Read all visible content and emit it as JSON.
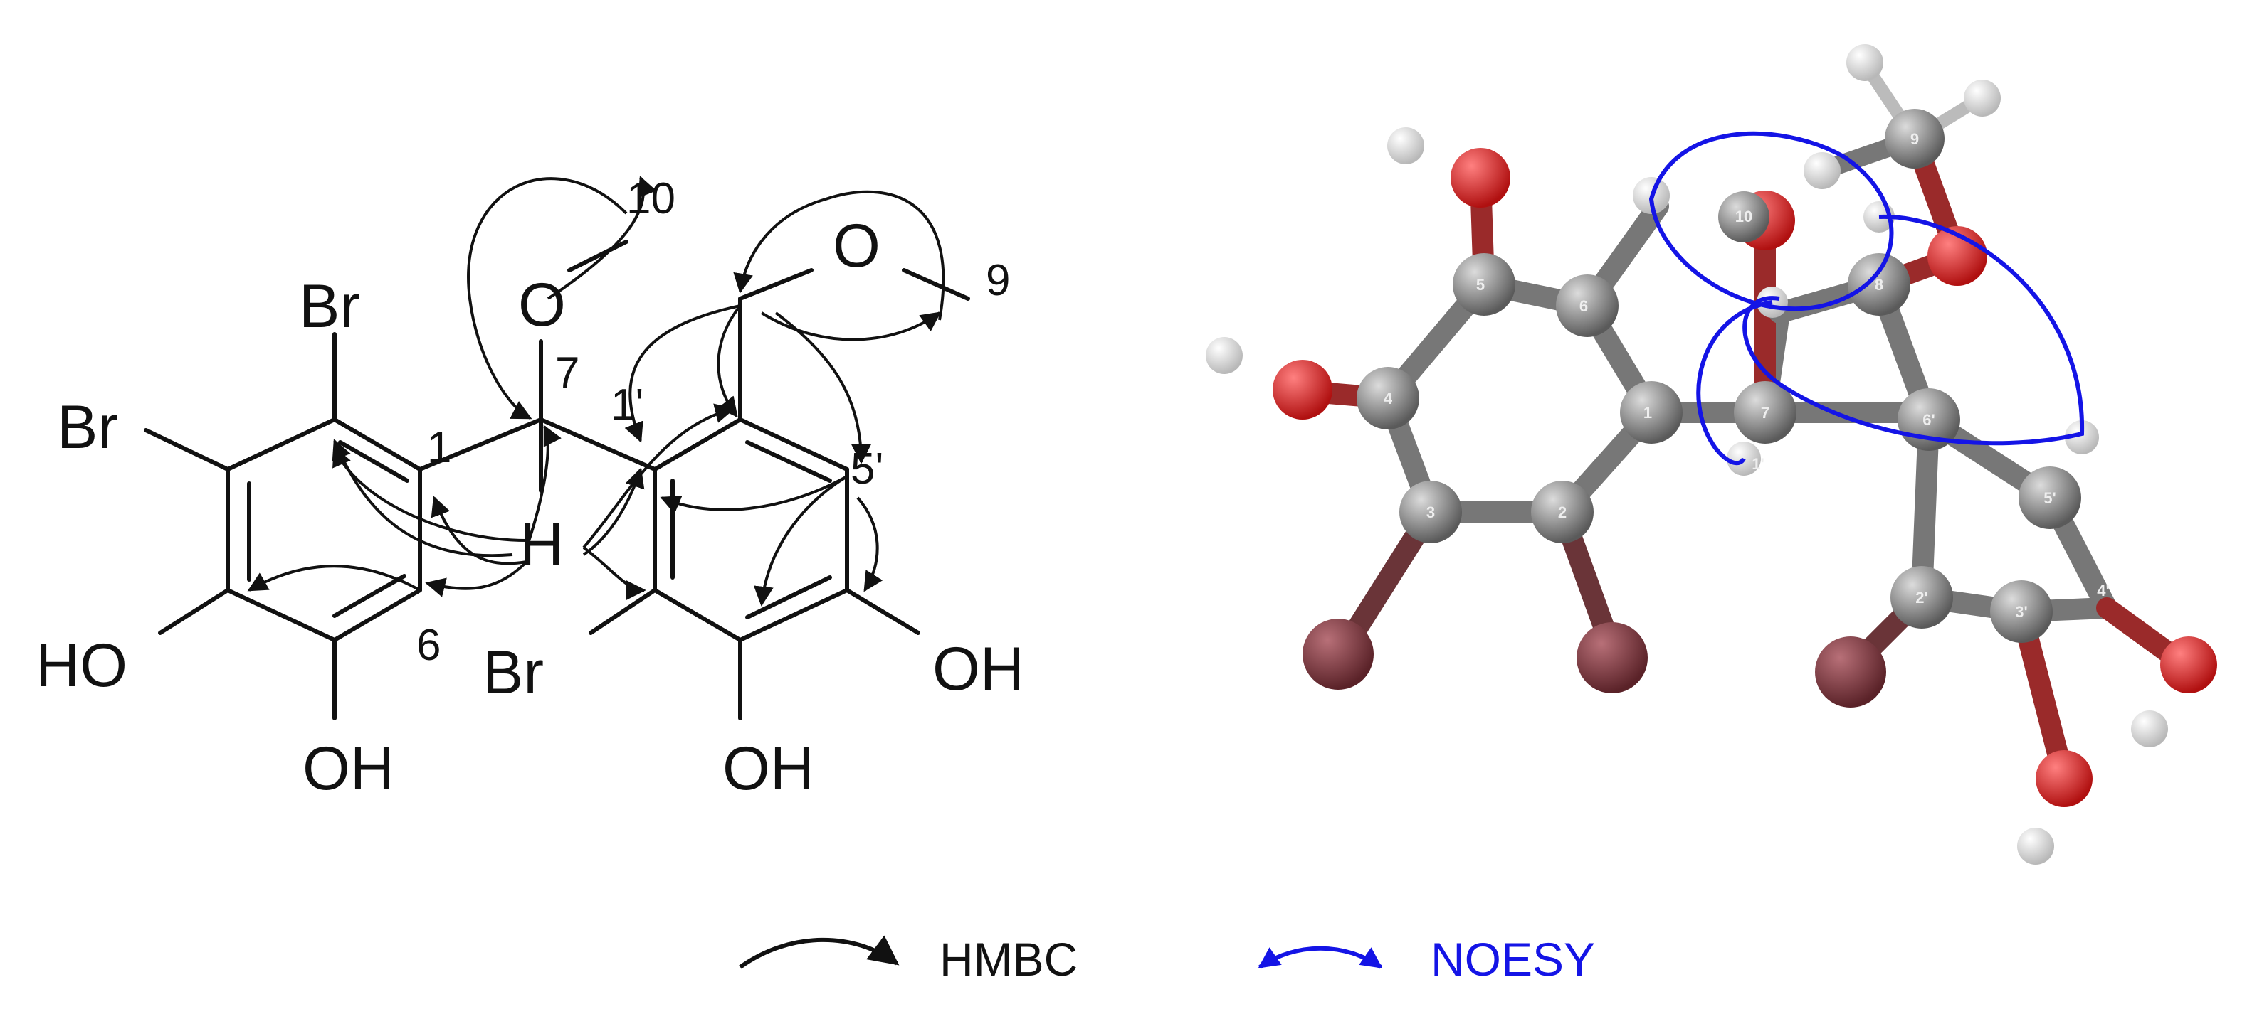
{
  "structure2d": {
    "atoms": {
      "br_top": "Br",
      "br_left": "Br",
      "br_bottom": "Br",
      "ho_left": "HO",
      "oh_ring1": "OH",
      "oh_ring2_bottom": "OH",
      "oh_ring2_right": "OH",
      "o_methoxy7": "O",
      "o_methoxy8": "O",
      "h7": "H"
    },
    "locants": {
      "c1": "1",
      "c6": "6",
      "c7": "7",
      "c10": "10",
      "c1p": "1'",
      "c5p": "5'",
      "c9": "9"
    }
  },
  "model3d": {
    "atom_labels": [
      "1",
      "2",
      "3",
      "4",
      "5",
      "6",
      "7",
      "8",
      "9",
      "10",
      "1'",
      "2'",
      "3'",
      "4'",
      "5'",
      "6'"
    ]
  },
  "legend": {
    "hmbc_label": "HMBC",
    "noesy_label": "NOESY",
    "hmbc_color": "#111111",
    "noesy_color": "#1414e6"
  },
  "colors": {
    "carbon": "#7a7a7a",
    "oxygen": "#d42020",
    "bromine": "#8a3a40",
    "hydrogen": "#e6e6e6"
  }
}
